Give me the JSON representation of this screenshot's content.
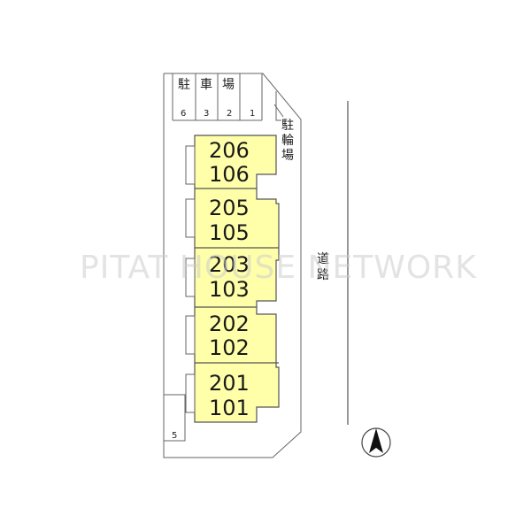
{
  "watermark": "PITAT HOUSE NETWORK",
  "parking": {
    "label_chars": [
      "駐",
      "車",
      "場"
    ],
    "space_numbers": [
      "6",
      "3",
      "2",
      "1"
    ],
    "extra_space_number": "5"
  },
  "bicycle_parking": {
    "label_chars": [
      "駐",
      "輪",
      "場"
    ]
  },
  "road": {
    "label_chars": [
      "道",
      "路"
    ]
  },
  "units": [
    {
      "upper": "206",
      "lower": "106"
    },
    {
      "upper": "205",
      "lower": "105"
    },
    {
      "upper": "203",
      "lower": "103"
    },
    {
      "upper": "202",
      "lower": "102"
    },
    {
      "upper": "201",
      "lower": "101"
    }
  ],
  "colors": {
    "building_fill": "#ffffaa",
    "outline": "#555555"
  },
  "icons": {
    "compass": "north-arrow-icon"
  }
}
